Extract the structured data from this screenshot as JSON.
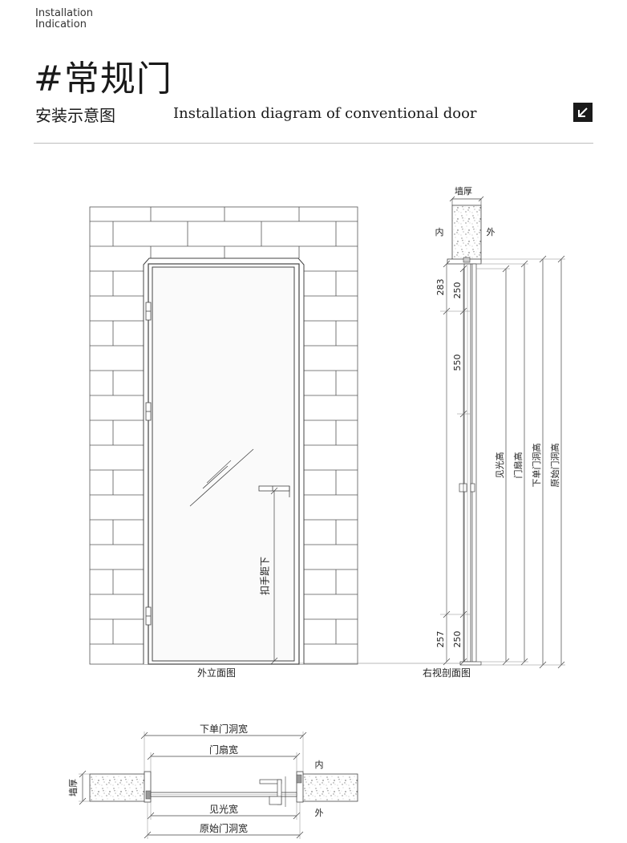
{
  "header": {
    "label_line1": "Installation",
    "label_line2": "Indication",
    "title": "#常规门",
    "subtitle_cn": "安装示意图",
    "subtitle_en": "Installation diagram of conventional door",
    "corner_icon": "arrow-down-left-icon"
  },
  "front_view": {
    "caption": "外立面图",
    "handle_label": "扣手距下"
  },
  "side_view": {
    "caption": "右视剖面图",
    "wall_thickness": "墙厚",
    "inside": "内",
    "outside": "外",
    "dims": {
      "d283": "283",
      "d250_top": "250",
      "d550": "550",
      "d257": "257",
      "d250_bottom": "250"
    },
    "heights": {
      "clear": "见光高",
      "leaf": "门扇高",
      "lowered_opening": "下单门洞高",
      "original_opening": "原始门洞高"
    }
  },
  "plan_view": {
    "lowered_opening_width": "下单门洞宽",
    "leaf_width": "门扇宽",
    "clear_width": "见光宽",
    "original_opening_width": "原始门洞宽",
    "wall_thickness": "墙厚",
    "inside": "内",
    "outside": "外"
  }
}
